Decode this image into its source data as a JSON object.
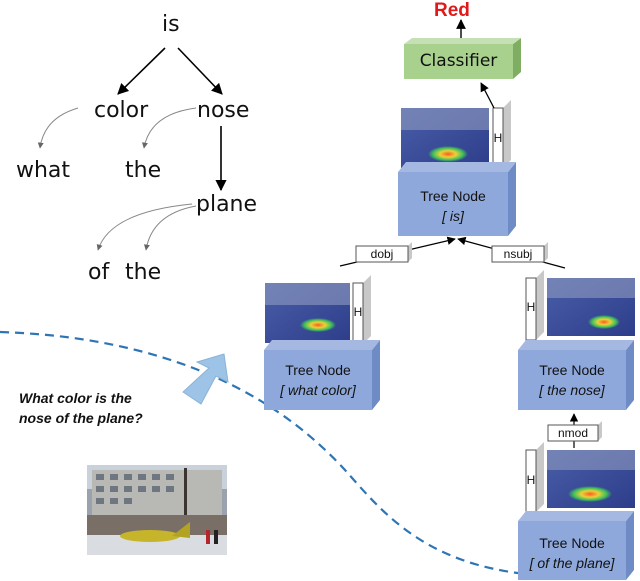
{
  "parse_tree": {
    "words": {
      "is": "is",
      "color": "color",
      "nose": "nose",
      "what": "what",
      "the1": "the",
      "plane": "plane",
      "of": "of",
      "the2": "the"
    }
  },
  "question": {
    "line1": "What color is the",
    "line2": "nose of the plane?"
  },
  "model": {
    "output": "Red",
    "classifier": "Classifier",
    "hidden_label": "H",
    "node_title": "Tree Node",
    "nodes": {
      "root": "[ is]",
      "left": "[ what color]",
      "right": "[ the nose]",
      "bottom": "[ of the plane]"
    },
    "edges": {
      "dobj": "dobj",
      "nsubj": "nsubj",
      "nmod": "nmod"
    }
  },
  "colors": {
    "output": "#e0191b",
    "classifier_fill": "#a9d18e",
    "node_fill": "#8fa8dc",
    "node_side": "#6f8bc6",
    "dashed": "#2e75b6",
    "arrow_fill": "#9dc3e6"
  }
}
